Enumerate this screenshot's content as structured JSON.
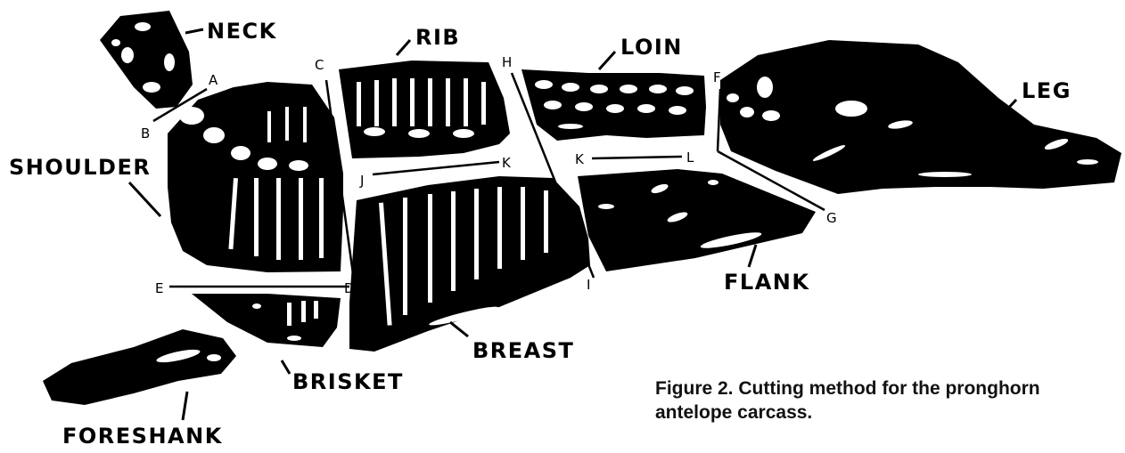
{
  "cuts": {
    "neck": "NECK",
    "rib": "RIB",
    "loin": "LOIN",
    "leg": "LEG",
    "shoulder": "SHOULDER",
    "flank": "FLANK",
    "breast": "BREAST",
    "brisket": "BRISKET",
    "foreshank": "FORESHANK"
  },
  "points": {
    "a": "A",
    "b": "B",
    "c": "C",
    "d": "D",
    "e": "E",
    "f": "F",
    "g": "G",
    "h": "H",
    "i": "I",
    "j": "J",
    "k1": "K",
    "k2": "K",
    "l": "L"
  },
  "caption": {
    "line1": "Figure 2. Cutting method for the pronghorn",
    "line2": "antelope carcass."
  }
}
